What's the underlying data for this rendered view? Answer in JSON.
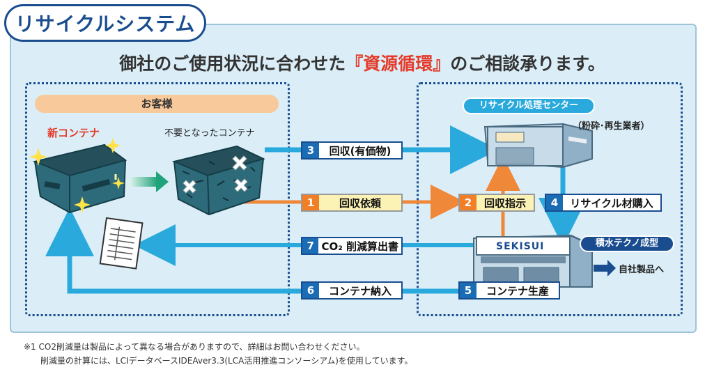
{
  "title": "リサイクルシステム",
  "headline": {
    "before": "御社のご使用状況に合わせた",
    "highlight": "『資源循環』",
    "after": "のご相談承ります。"
  },
  "customer": {
    "label": "お客様",
    "new_container": "新コンテナ",
    "unused_container": "不要となったコンテナ"
  },
  "center": {
    "label": "リサイクル処理センター",
    "sub": "（粉砕･再生業者）"
  },
  "molding": {
    "label": "積水テクノ成型",
    "sign": "SEKISUI",
    "to_products": "自社製品へ"
  },
  "steps": [
    {
      "num": "3",
      "label": "回収(有価物)"
    },
    {
      "num": "1",
      "label": "回収依頼"
    },
    {
      "num": "2",
      "label": "回収指示"
    },
    {
      "num": "4",
      "label": "リサイクル材購入"
    },
    {
      "num": "7",
      "label": "CO₂ 削減算出書"
    },
    {
      "num": "6",
      "label": "コンテナ納入"
    },
    {
      "num": "5",
      "label": "コンテナ生産"
    }
  ],
  "footnote": {
    "line1": "※1 CO2削減量は製品によって異なる場合がありますので、詳細はお問い合わせください。",
    "line2": "削減量の計算には、LCIデータベースIDEAver3.3(LCA活用推進コンソーシアム)を使用しています。"
  },
  "colors": {
    "navy": "#1a4d8f",
    "blue_arrow": "#2aa9dd",
    "orange_arrow": "#f0883a",
    "highlight_red": "#e53b2a",
    "panel_bg": "#dbeef8"
  }
}
